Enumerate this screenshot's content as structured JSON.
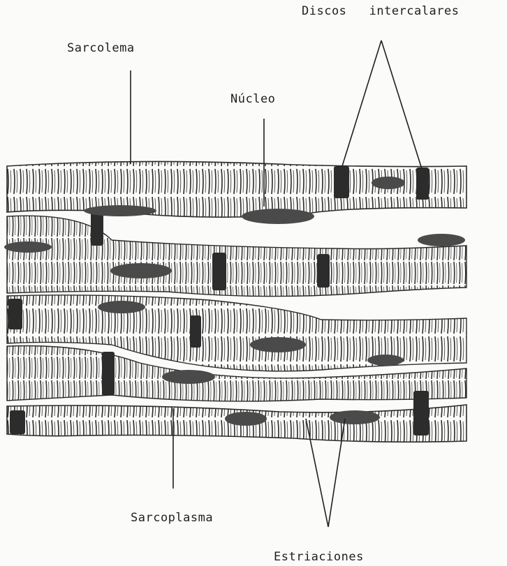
{
  "labels": {
    "discos_intercalares": "Discos   intercalares",
    "sarcolema": "Sarcolema",
    "nucleo": "Núcleo",
    "sarcoplasma": "Sarcoplasma",
    "estriaciones": "Estriaciones"
  },
  "colors": {
    "ink": "#1f1f1f",
    "paper": "#fbfbf9",
    "nucleus": "#4a4a4a"
  }
}
